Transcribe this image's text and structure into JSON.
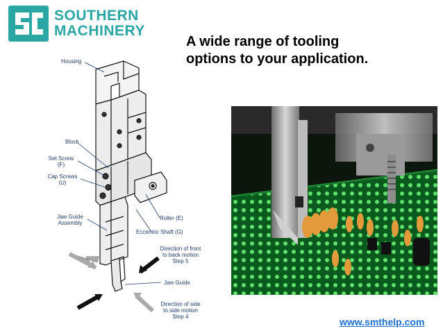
{
  "brand": {
    "line1": "SOUTHERN",
    "line2": "MACHINERY",
    "color": "#2aa6a5"
  },
  "headline": {
    "line1": "A wide range of tooling",
    "line2": "options to your application."
  },
  "diagram": {
    "labels": {
      "housing": "Housing",
      "block": "Block",
      "set_screw": "Set Screw",
      "set_screw_code": "(F)",
      "cap_screws": "Cap Screws",
      "cap_screws_code": "(U)",
      "jaw_guide_assembly_1": "Jaw Guide",
      "jaw_guide_assembly_2": "Assembly",
      "roller": "Roller (E)",
      "eccentric_shaft": "Eccentric Shaft (G)",
      "front_back_1": "Direction of front",
      "front_back_2": "to back motion",
      "front_back_3": "Step 5",
      "jaw_guide": "Jaw Guide",
      "side_side_1": "Direction of side",
      "side_side_2": "to side motion",
      "side_side_3": "Step 4"
    }
  },
  "footer": {
    "url": "www.smthelp.com",
    "color": "#1b6fd1"
  }
}
